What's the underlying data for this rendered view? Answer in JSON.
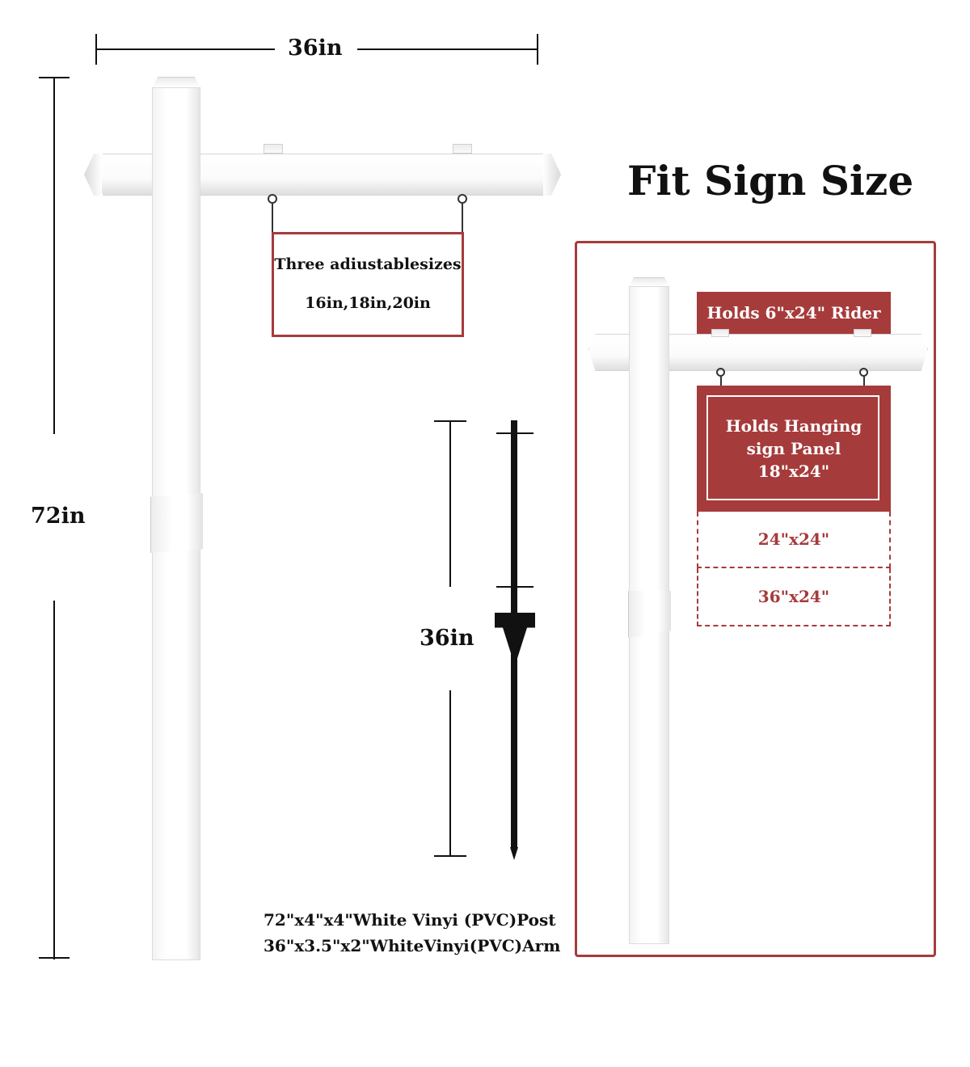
{
  "dimensions": {
    "arm_width": "36in",
    "post_height": "72in",
    "stake_length": "36in"
  },
  "hanging_sign_note": {
    "line1": "Three adiustablesizes",
    "line2": "16in,18in,20in"
  },
  "title": "Fit Sign Size",
  "fit_panel": {
    "rider": "Holds 6\"x24\" Rider",
    "panel_line1": "Holds Hanging",
    "panel_line2": "sign Panel",
    "panel_line3": "18\"x24\"",
    "size_option_1": "24\"x24\"",
    "size_option_2": "36\"x24\""
  },
  "specs": {
    "post": "72\"x4\"x4\"White Vinyi (PVC)Post",
    "arm": "36\"x3.5\"x2\"WhiteVinyi(PVC)Arm"
  },
  "colors": {
    "accent_red": "#a63b3b",
    "post_white": "#ffffff",
    "stake_black": "#111111"
  }
}
